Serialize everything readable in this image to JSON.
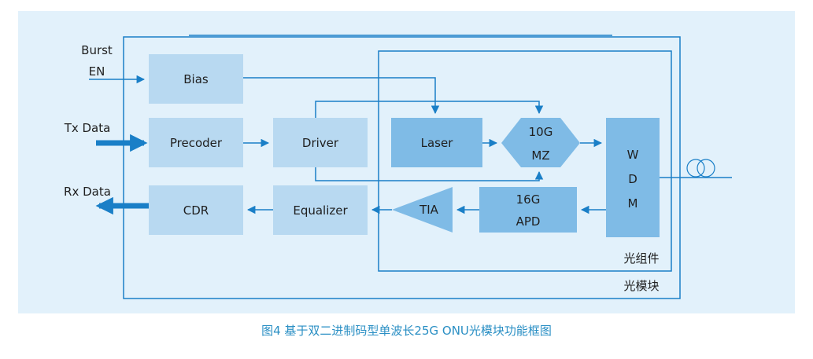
{
  "diagram": {
    "inputs": {
      "burst": "Burst",
      "en": "EN",
      "tx": "Tx Data",
      "rx": "Rx Data"
    },
    "blocks": {
      "bias": "Bias",
      "precoder": "Precoder",
      "driver": "Driver",
      "cdr": "CDR",
      "equalizer": "Equalizer",
      "laser": "Laser",
      "mz_line1": "10G",
      "mz_line2": "MZ",
      "tia": "TIA",
      "apd_line1": "16G",
      "apd_line2": "APD",
      "wdm_w": "W",
      "wdm_d": "D",
      "wdm_m": "M"
    },
    "regions": {
      "optical_component": "光组件",
      "optical_module": "光模块"
    }
  },
  "caption": "图4  基于双二进制码型单波长25G ONU光模块功能框图",
  "colors": {
    "panel_bg": "#e2f1fb",
    "light_block": "#b8d9f1",
    "dark_block": "#7fbbe6",
    "line": "#1a7fc7",
    "caption": "#2a8fc4"
  }
}
